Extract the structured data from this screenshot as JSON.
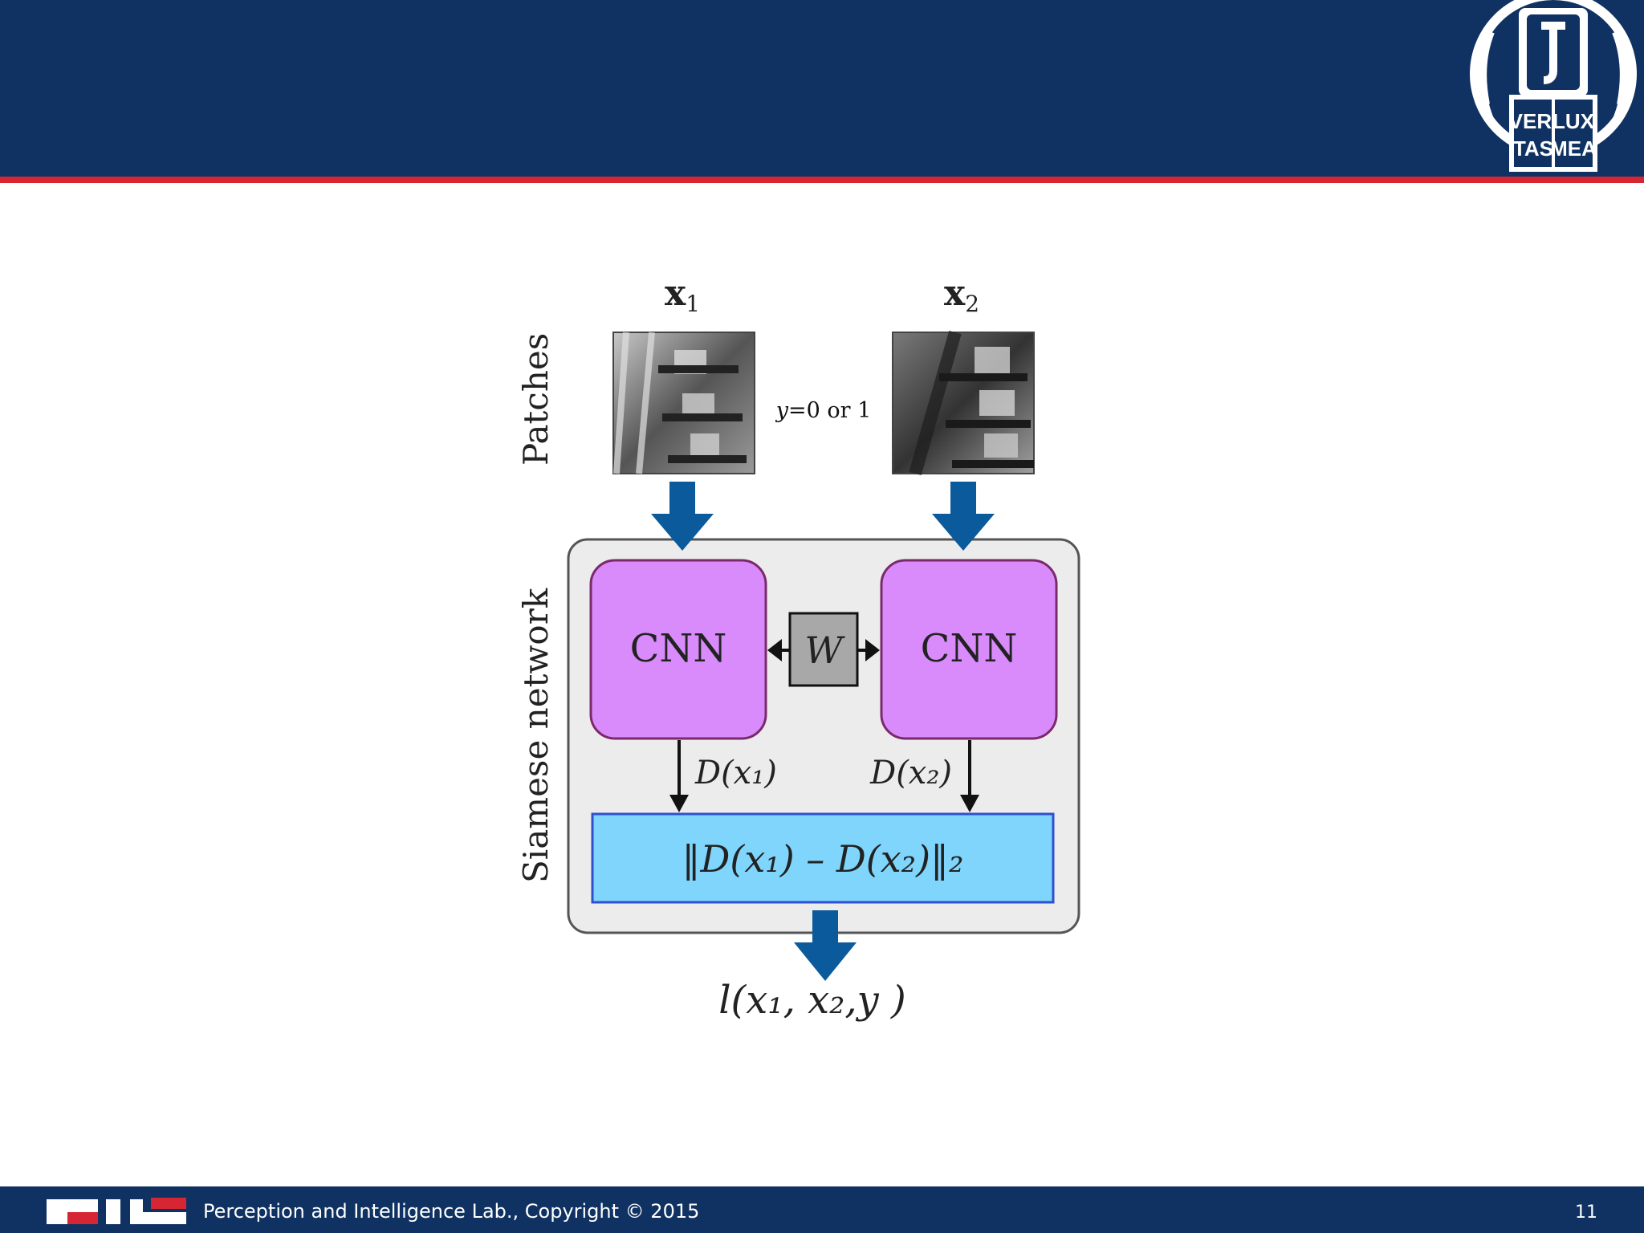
{
  "seal": {
    "left_text_top": "VERI",
    "right_text_top": "LUX",
    "left_text_bottom": "TAS",
    "right_text_bottom": "MEA"
  },
  "footer": {
    "text": "Perception and Intelligence Lab., Copyright  © 2015",
    "page_number": "11"
  },
  "diagram": {
    "side_label_patches": "Patches",
    "side_label_network": "Siamese network",
    "patch1_label_main": "x",
    "patch1_label_sub": "1",
    "patch2_label_main": "x",
    "patch2_label_sub": "2",
    "y_label_var": "y",
    "y_label_rest": "=0 or 1",
    "cnn_left": "CNN",
    "cnn_right": "CNN",
    "weight_label": "W",
    "desc_left": "D(x₁)",
    "desc_right": "D(x₂)",
    "distance": "‖D(x₁) – D(x₂)‖₂",
    "loss": "l(x₁, x₂,y )"
  },
  "colors": {
    "header": "#0f3262",
    "accent_red": "#d72633",
    "cnn_fill": "#d98bfc",
    "distance_fill": "#7fd5fb",
    "arrow_blue": "#0b5a9c",
    "network_bg": "#ececec"
  }
}
